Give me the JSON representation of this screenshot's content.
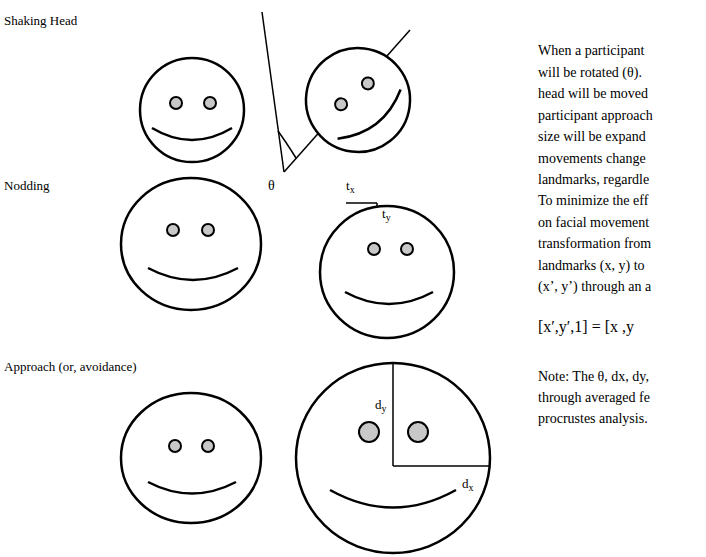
{
  "diagram": {
    "labels": [
      "Shaking Head",
      "θ",
      "When a participant",
      "will be rotated (θ).",
      "head will be moved",
      "Nodding",
      "tx",
      "ty",
      "participant approach",
      "size will be expand",
      "movements change",
      "landmarks, regardle",
      "To minimize the eff",
      "on facial movement",
      "transformation from",
      "landmarks (x, y) to",
      "(x’, y’) through an a",
      "[x′,y′,1] = [x  ,y",
      "Approach (or, avoidance)",
      "dy",
      "dx",
      "Note: The θ, dx, dy,",
      "through averaged fe",
      "procrustes analysis."
    ]
  }
}
